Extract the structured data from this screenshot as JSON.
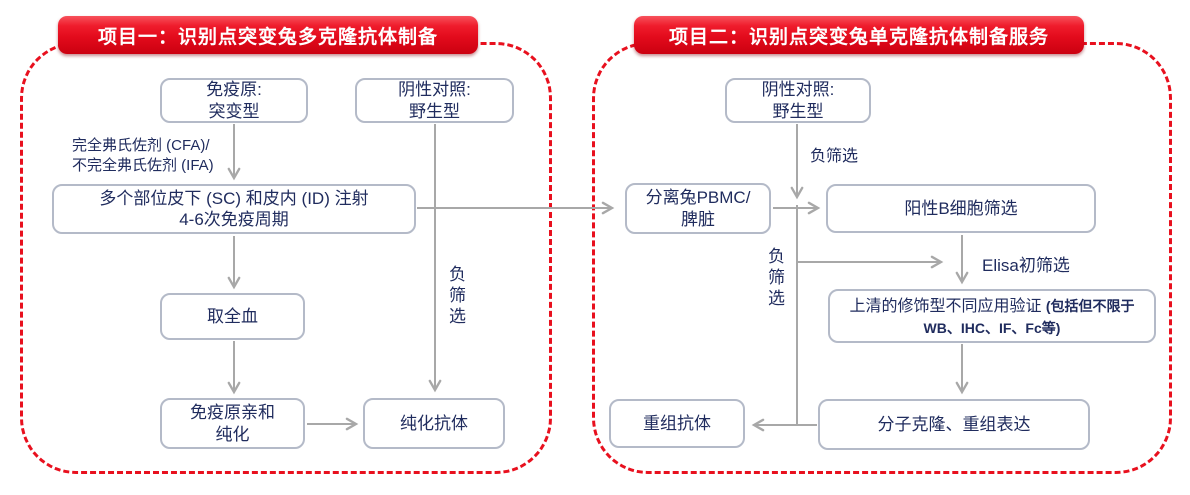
{
  "panel1": {
    "title": "项目一：识别点突变兔多克隆抗体制备",
    "nodes": {
      "immunogen": "免疫原:\n突变型",
      "negative_control": "阴性对照:\n野生型",
      "injection": "多个部位皮下 (SC) 和皮内 (ID) 注射\n4-6次免疫周期",
      "whole_blood": "取全血",
      "affinity_purification": "免疫原亲和\n纯化",
      "purified_antibody": "纯化抗体"
    },
    "labels": {
      "adjuvant": "完全弗氏佐剂 (CFA)/\n不完全弗氏佐剂 (IFA)",
      "negative_screening": "负筛选"
    }
  },
  "panel2": {
    "title": "项目二：识别点突变兔单克隆抗体制备服务",
    "nodes": {
      "negative_control": "阴性对照:\n野生型",
      "pbmc": "分离兔PBMC/\n脾脏",
      "b_cell_screening": "阳性B细胞筛选",
      "supernatant_main": "上清的修饰型不同应用验证 ",
      "supernatant_note": "(包括但不限于WB、IHC、IF、Fc等)",
      "molecular_cloning": "分子克隆、重组表达",
      "recombinant_antibody": "重组抗体"
    },
    "labels": {
      "negative_screening_top": "负筛选",
      "negative_screening_mid": "负筛选",
      "elisa": "Elisa初筛选"
    }
  },
  "colors": {
    "banner_red": "#e30b1c",
    "dashed_border_red": "#e8101e",
    "box_border_gray": "#b4bac8",
    "text_navy": "#202c5e",
    "arrow_gray": "#a8a8a8"
  }
}
